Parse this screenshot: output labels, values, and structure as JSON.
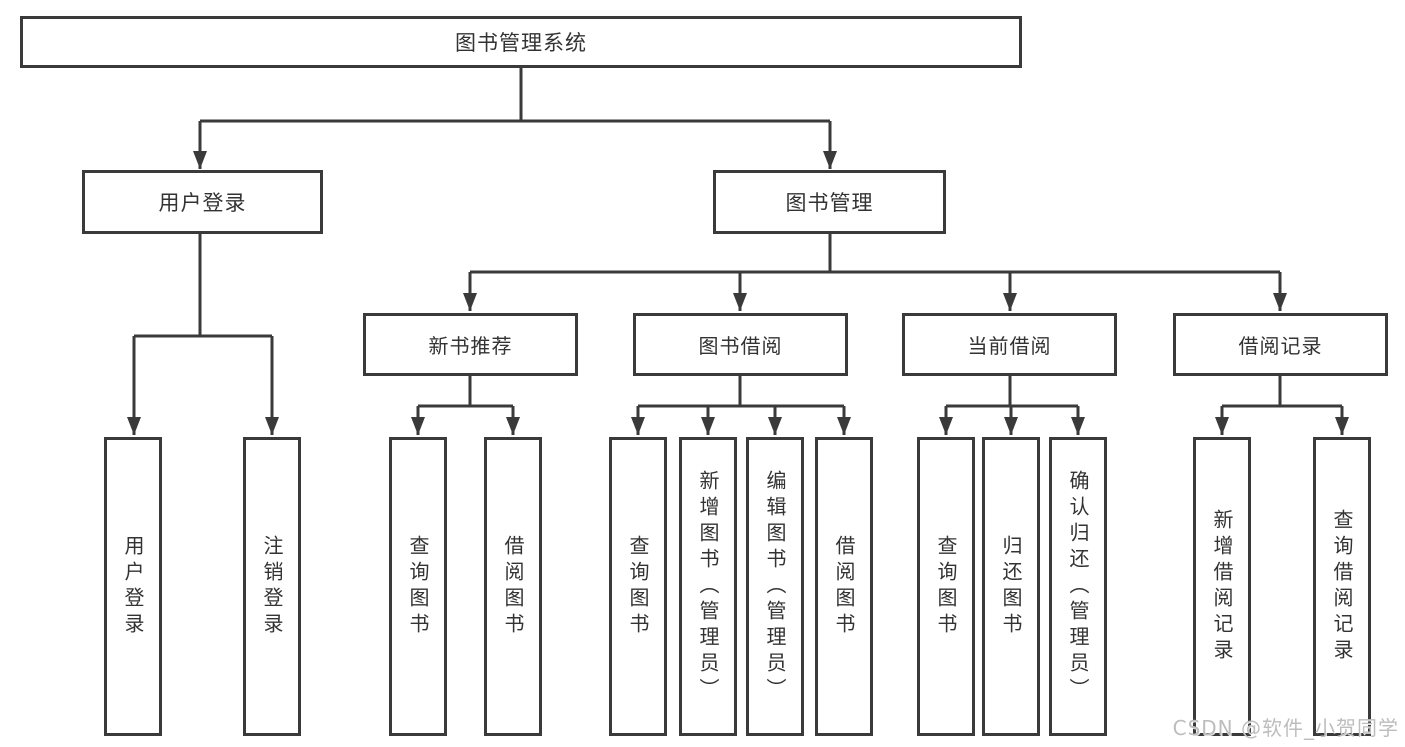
{
  "diagram": {
    "title_node": {
      "label": "图书管理系统"
    },
    "level2": [
      {
        "label": "用户登录"
      },
      {
        "label": "图书管理"
      }
    ],
    "level3": [
      {
        "label": "新书推荐"
      },
      {
        "label": "图书借阅"
      },
      {
        "label": "当前借阅"
      },
      {
        "label": "借阅记录"
      }
    ],
    "leaves": [
      {
        "label": "用户登录",
        "parent": "用户登录"
      },
      {
        "label": "注销登录",
        "parent": "用户登录"
      },
      {
        "label": "查询图书",
        "parent": "新书推荐"
      },
      {
        "label": "借阅图书",
        "parent": "新书推荐"
      },
      {
        "label": "查询图书",
        "parent": "图书借阅"
      },
      {
        "label": "新增图书（管理员）",
        "parent": "图书借阅"
      },
      {
        "label": "编辑图书（管理员）",
        "parent": "图书借阅"
      },
      {
        "label": "借阅图书",
        "parent": "图书借阅"
      },
      {
        "label": "查询图书",
        "parent": "当前借阅"
      },
      {
        "label": "归还图书",
        "parent": "当前借阅"
      },
      {
        "label": "确认归还（管理员）",
        "parent": "当前借阅"
      },
      {
        "label": "新增借阅记录",
        "parent": "借阅记录"
      },
      {
        "label": "查询借阅记录",
        "parent": "借阅记录"
      }
    ]
  },
  "watermark": {
    "text": "CSDN @软件_小贺同学"
  },
  "colors": {
    "line": "#3a3a3a",
    "text": "#333333",
    "watermark": "#bdbdbd",
    "background": "#ffffff"
  }
}
